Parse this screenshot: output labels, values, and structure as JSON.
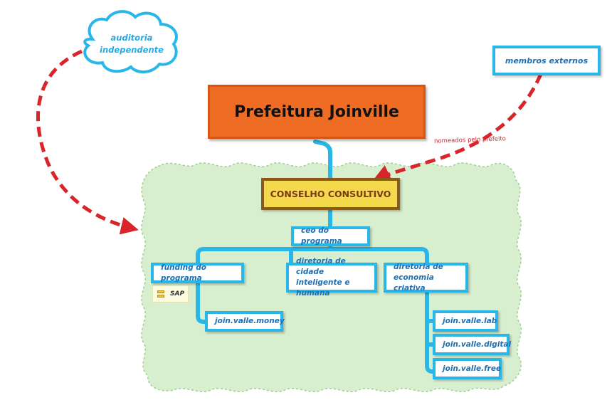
{
  "diagram": {
    "root": "Prefeitura Joinville",
    "council": "CONSELHO CONSULTIVO",
    "ceo": "ceo do programa",
    "funding": "funding do programa",
    "funding_child": "join.valle.money",
    "funding_note": "SAP",
    "dir_smart_city": [
      "diretoria de cidade",
      "inteligente e humana"
    ],
    "dir_creative": [
      "diretoria de",
      "economia criativa"
    ],
    "creative_children": [
      "join.valle.lab",
      "join.valle.digital",
      "join.valle.free"
    ],
    "external_members": "membros externos",
    "external_note": "nomeados pelo prefeito",
    "audit": [
      "auditoria",
      "independente"
    ]
  },
  "colors": {
    "root_fill": "#ee6c23",
    "council_fill": "#f5d94c",
    "council_border": "#8a5a1a",
    "box_border": "#29b6e8",
    "box_text": "#1f6fb0",
    "cloud_fill": "#d8efcf",
    "arrow": "#d8242b"
  },
  "icons": {
    "sap_note": "note-icon"
  }
}
